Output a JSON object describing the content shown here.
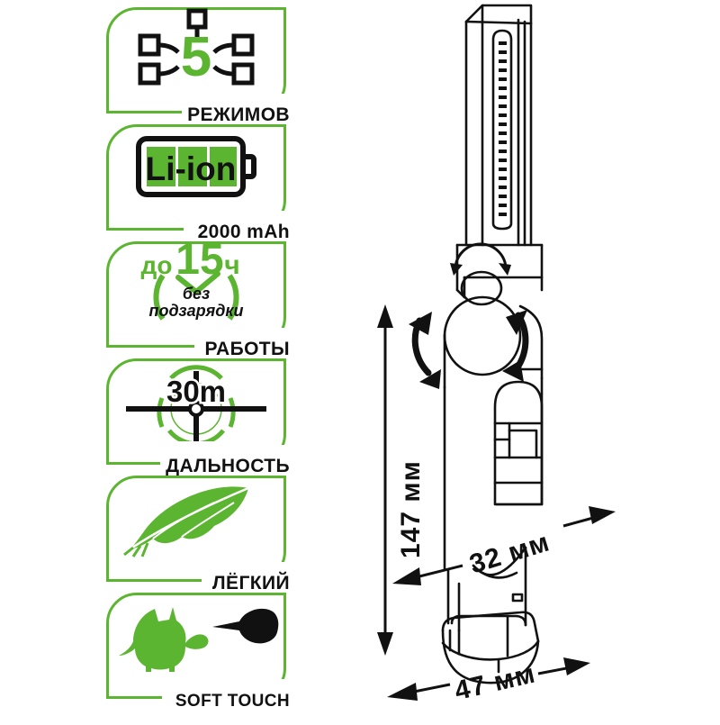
{
  "colors": {
    "green": "#5cb531",
    "green_fill": "#5cb531",
    "green_light": "#6cc144",
    "black": "#111111",
    "background": "#ffffff"
  },
  "badges": [
    {
      "id": "modes",
      "icon": "five-modes-icon",
      "value": "5",
      "caption": "РЕЖИМОВ"
    },
    {
      "id": "battery",
      "icon": "li-ion-battery-icon",
      "value": "Li-ion",
      "caption": "2000 mAh"
    },
    {
      "id": "runtime",
      "icon": "clock-icon",
      "prefix": "до",
      "value": "15",
      "unit": "ч",
      "note_line1": "без",
      "note_line2": "подзарядки",
      "caption": "РАБОТЫ"
    },
    {
      "id": "range",
      "icon": "crosshair-target-icon",
      "value": "30m",
      "caption": "ДАЛЬНОСТЬ"
    },
    {
      "id": "weight",
      "icon": "feather-icon",
      "caption": "ЛЁГКИЙ"
    },
    {
      "id": "soft-touch",
      "icon": "cat-and-hand-icon",
      "caption": "SOFT TOUCH"
    }
  ],
  "drawing": {
    "product": "flashlight-lamp-line-drawing",
    "dimensions": {
      "height": "147 мм",
      "width": "47 мм",
      "depth": "32 мм"
    }
  }
}
